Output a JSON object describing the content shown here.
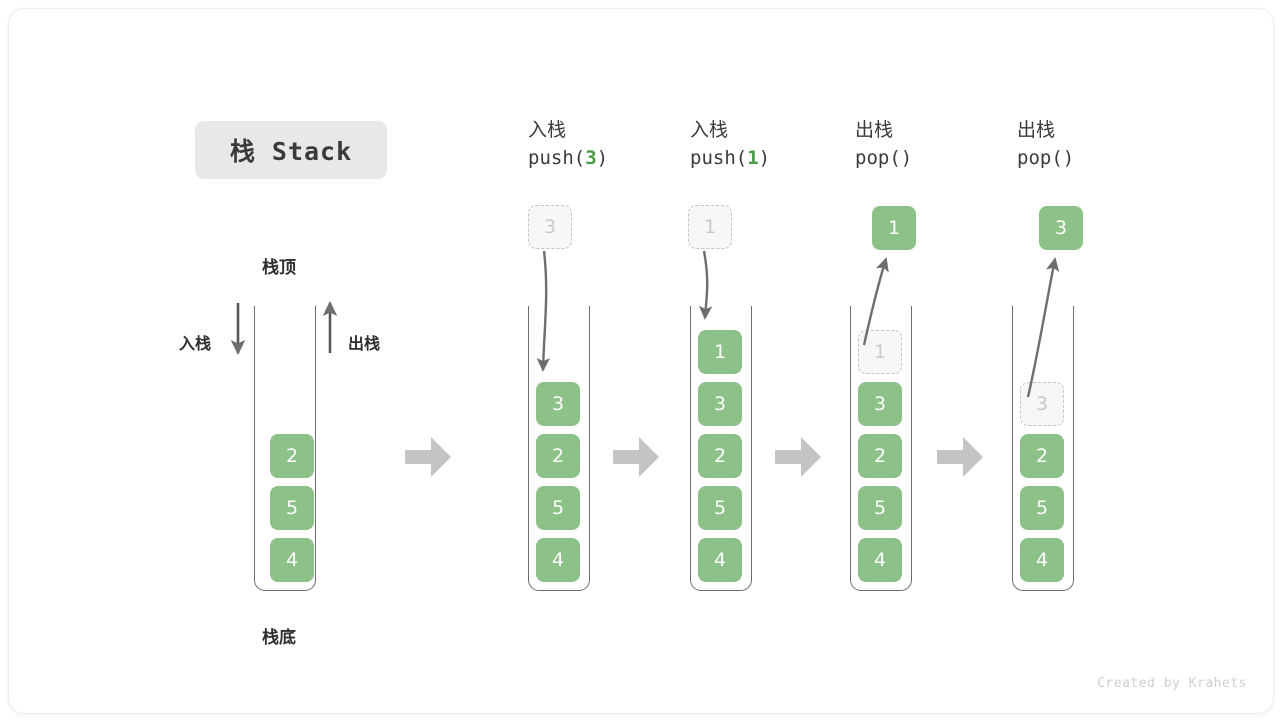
{
  "title": {
    "badge_label": "栈 Stack"
  },
  "left_panel": {
    "top_caption": "栈顶",
    "bottom_caption": "栈底",
    "push_label": "入栈",
    "pop_label": "出栈",
    "cells": [
      "2",
      "5",
      "4"
    ]
  },
  "columns": [
    {
      "id": "push-3",
      "op_cjk": "入栈",
      "op_code_prefix": "push(",
      "op_code_arg": "3",
      "op_code_suffix": ")",
      "ghost_outside": "3",
      "ghost_inside": null,
      "result_outside": null,
      "cells": [
        "3",
        "2",
        "5",
        "4"
      ]
    },
    {
      "id": "push-1",
      "op_cjk": "入栈",
      "op_code_prefix": "push(",
      "op_code_arg": "1",
      "op_code_suffix": ")",
      "ghost_outside": "1",
      "ghost_inside": null,
      "result_outside": null,
      "cells": [
        "1",
        "3",
        "2",
        "5",
        "4"
      ]
    },
    {
      "id": "pop-1",
      "op_cjk": "出栈",
      "op_code_prefix": "pop(",
      "op_code_arg": "",
      "op_code_suffix": ")",
      "ghost_outside": null,
      "ghost_inside": "1",
      "result_outside": "1",
      "cells": [
        "3",
        "2",
        "5",
        "4"
      ]
    },
    {
      "id": "pop-3",
      "op_cjk": "出栈",
      "op_code_prefix": "pop(",
      "op_code_arg": "",
      "op_code_suffix": ")",
      "ghost_outside": null,
      "ghost_inside": "3",
      "result_outside": "3",
      "cells": [
        "2",
        "5",
        "4"
      ]
    }
  ],
  "colors": {
    "cell_green": "#8cc287",
    "accent_green": "#4a9a4a",
    "arrow_gray": "#6e6e6e",
    "big_arrow_gray": "#c4c4c4",
    "ghost_fill": "#f7f7f7",
    "badge_bg": "#e8e8e8"
  },
  "footer": {
    "credit": "Created by Krahets"
  }
}
